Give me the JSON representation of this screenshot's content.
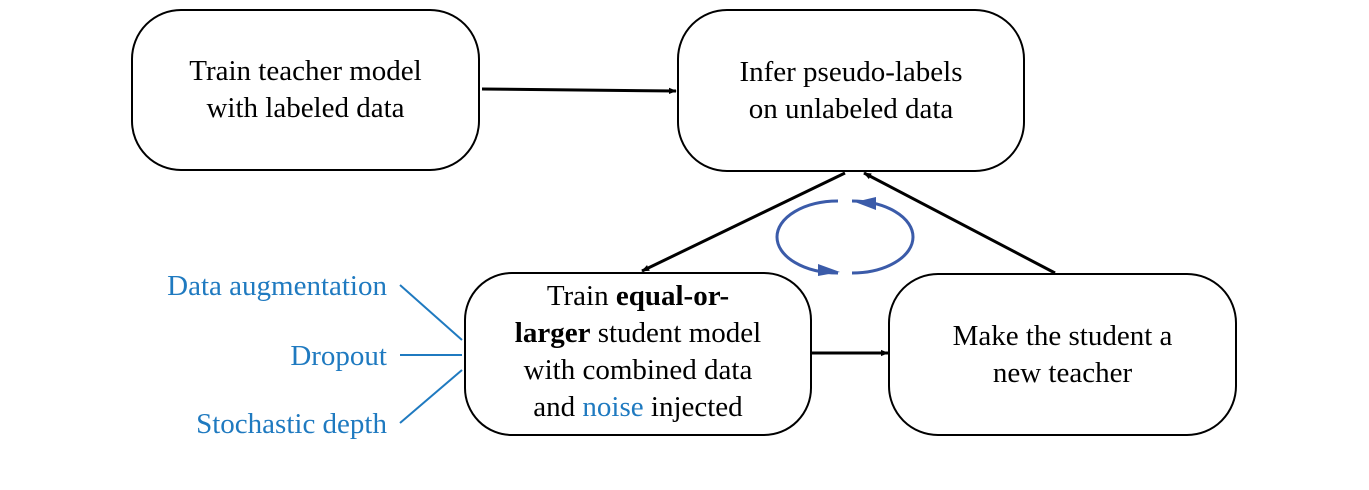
{
  "colors": {
    "accent": "#1f7ac0",
    "cycle": "#3b5ba9",
    "stroke": "#000000",
    "background": "#ffffff"
  },
  "boxes": {
    "teacher": {
      "line1": "Train teacher model",
      "line2": "with labeled data"
    },
    "infer": {
      "line1": "Infer pseudo-labels",
      "line2": "on unlabeled data"
    },
    "student": {
      "l1_prefix": "Train ",
      "l1_bold": "equal-or-",
      "l2_bold": "larger",
      "l2_rest": " student model",
      "line3": "with combined data",
      "l4_prefix": "and ",
      "l4_noise": "noise",
      "l4_suffix": " injected"
    },
    "new_teacher": {
      "line1": "Make the student a",
      "line2": "new teacher"
    }
  },
  "noise_types": [
    "Data augmentation",
    "Dropout",
    "Stochastic depth"
  ],
  "icons": {
    "cycle": "loop-arrows-icon"
  }
}
